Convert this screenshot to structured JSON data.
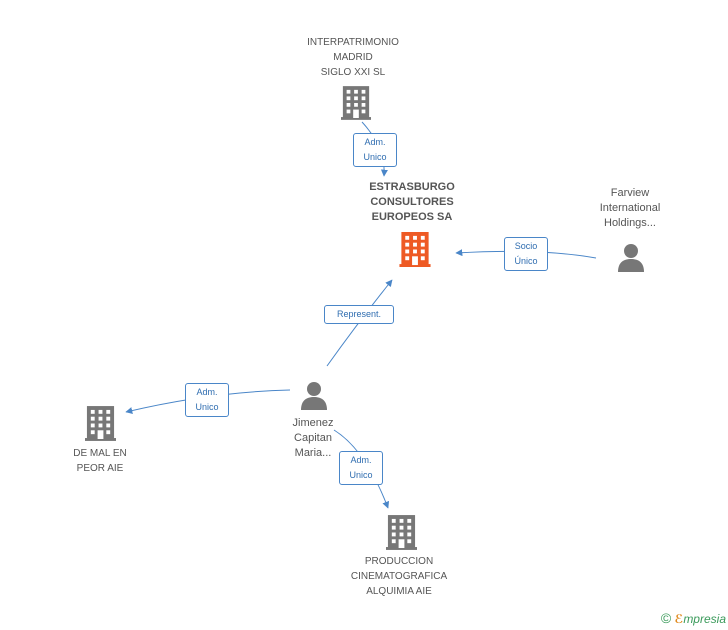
{
  "nodes": {
    "interpatrimonio": {
      "label": "INTERPATRIMONIO\nMADRID\nSIGLO XXI  SL",
      "icon": "building-icon",
      "color": "#777777"
    },
    "estrasburgo": {
      "label": "ESTRASBURGO\nCONSULTORES\nEUROPEOS SA",
      "icon": "building-icon",
      "color": "#ee5a24"
    },
    "farview": {
      "label": "Farview\nInternational\nHoldings...",
      "icon": "person-icon",
      "color": "#777777"
    },
    "jimenez": {
      "label": "Jimenez\nCapitan\nMaria...",
      "icon": "person-icon",
      "color": "#777777"
    },
    "demal": {
      "label": "DE MAL EN\nPEOR AIE",
      "icon": "building-icon",
      "color": "#777777"
    },
    "produccion": {
      "label": "PRODUCCION\nCINEMATOGRAFICA\nALQUIMIA AIE",
      "icon": "building-icon",
      "color": "#777777"
    }
  },
  "edges": {
    "interpatrimonio_estrasburgo": "Adm.\nUnico",
    "farview_estrasburgo": "Socio\nÚnico",
    "jimenez_estrasburgo": "Represent.",
    "jimenez_demal": "Adm.\nUnico",
    "jimenez_produccion": "Adm.\nUnico"
  },
  "colors": {
    "edge": "#4a86c8"
  },
  "footer": {
    "copyright": "©",
    "brand_e": "ℰ",
    "brand_rest": "mpresia"
  }
}
